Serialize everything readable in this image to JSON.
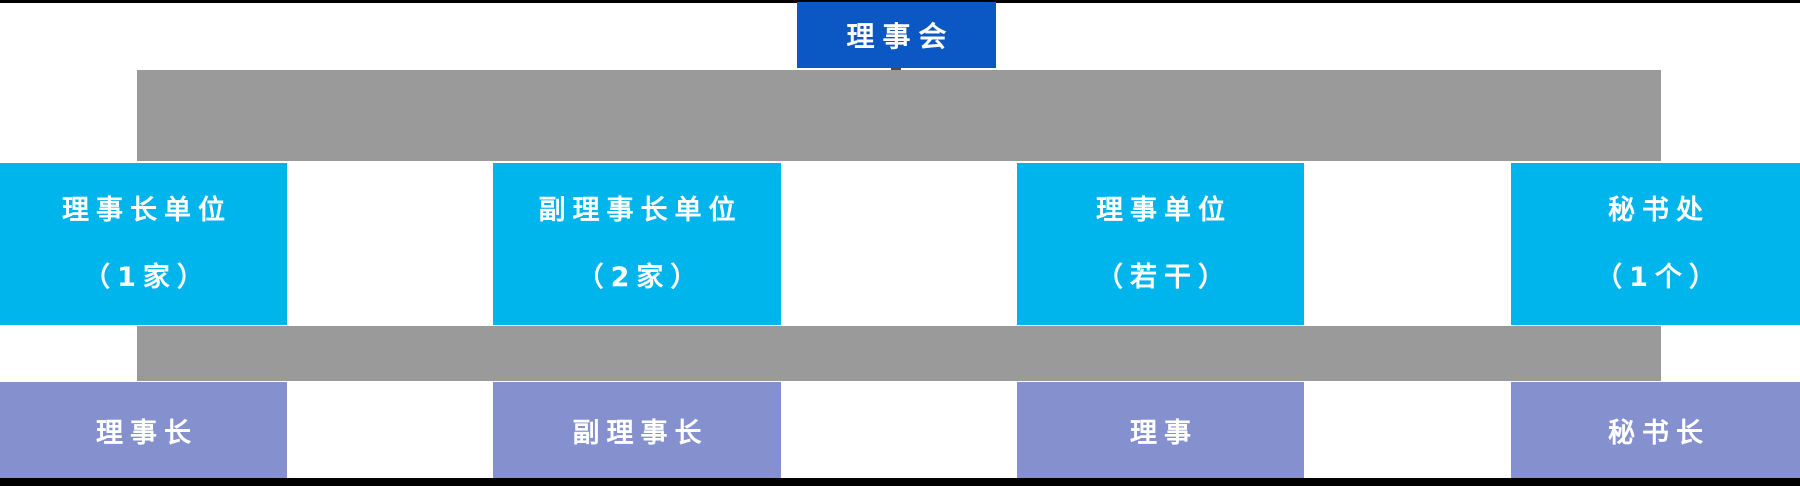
{
  "org_chart": {
    "root": {
      "title": "理事会"
    },
    "units": [
      {
        "line1": "理事长单位",
        "line2": "（1家）"
      },
      {
        "line1": "副理事长单位",
        "line2": "（2家）"
      },
      {
        "line1": "理事单位",
        "line2": "（若干）"
      },
      {
        "line1": "秘书处",
        "line2": "（1个）"
      }
    ],
    "roles": [
      {
        "label": "理事长"
      },
      {
        "label": "副理事长"
      },
      {
        "label": "理事"
      },
      {
        "label": "秘书长"
      }
    ],
    "colors": {
      "root_blue": "#0b57c4",
      "unit_cyan": "#00b4ec",
      "role_purple": "#8591cf",
      "connector_gray": "#9a9a9a",
      "frame_black": "#000000",
      "text_white": "#ffffff"
    }
  }
}
